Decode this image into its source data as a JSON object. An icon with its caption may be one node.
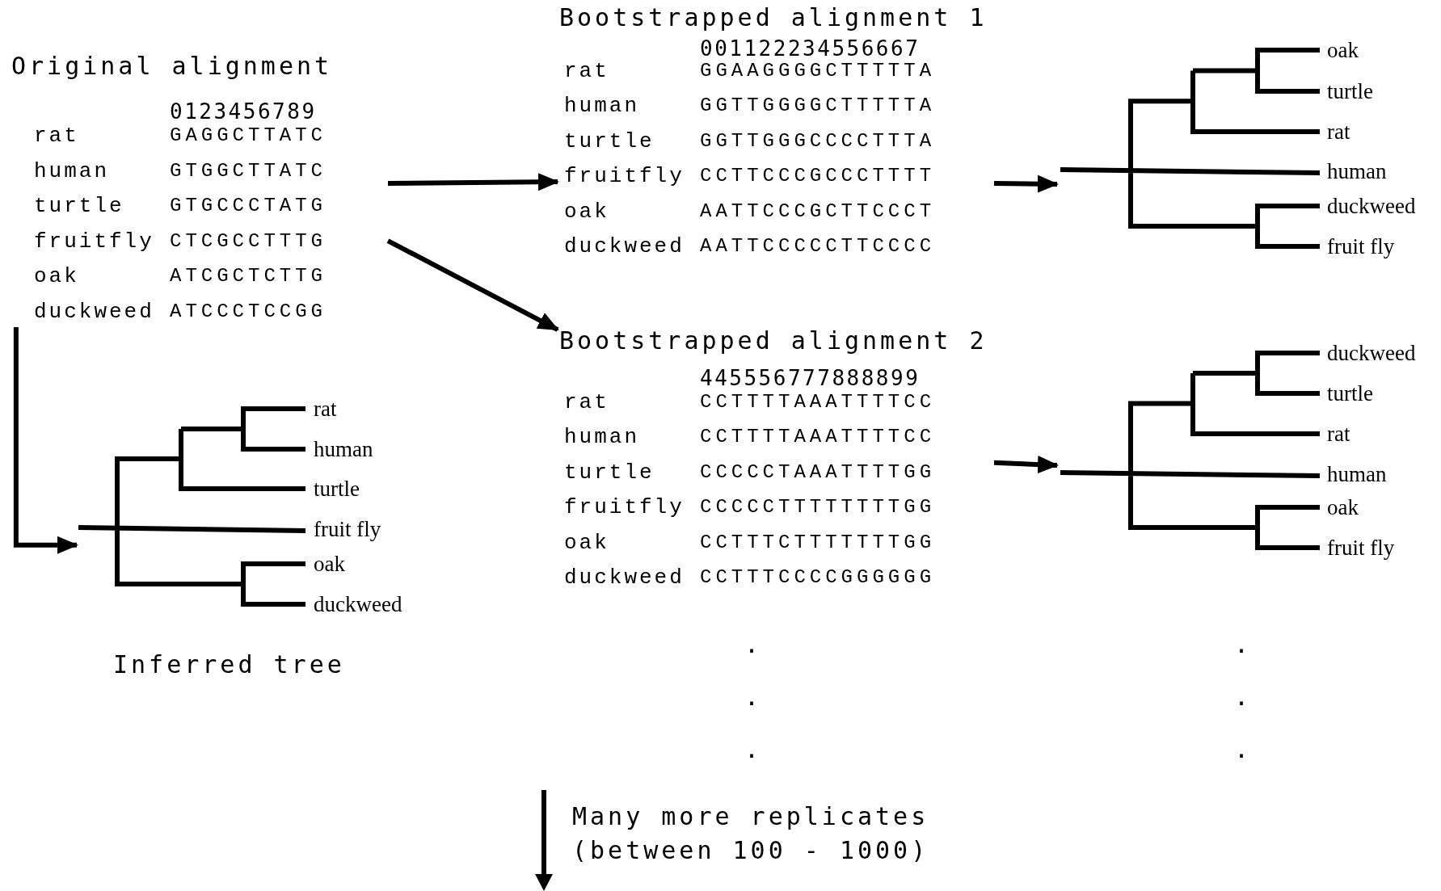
{
  "diagram": {
    "nodes": [
      {
        "text": [
          "Original alignment",
          "0123456789",
          "rat",
          "GAGGCTTATC",
          "human",
          "GTGGCTTATC",
          "turtle",
          "GTGCCCTATG",
          "fruitfly",
          "CTCGCCTTTG",
          "oak",
          "ATCGCTCTTG",
          "duckweed",
          "ATCCCTCCGG"
        ]
      },
      {
        "text": [
          "Bootstrapped alignment 1",
          "001122234556667",
          "rat",
          "GGAAGGGGCTTTTTA",
          "human",
          "GGTTGGGGCTTTTTA",
          "turtle",
          "GGTTGGGCCCCTTTA",
          "fruitfly",
          "CCTTCCCGCCCTTTT",
          "oak",
          "AATTCCCGCTTCCCT",
          "duckweed",
          "AATTCCCCCTTCCCC"
        ]
      },
      {
        "text": [
          "Bootstrapped alignment 2",
          "445556777888899",
          "rat",
          "CCTTTTAAATTTTCC",
          "human",
          "CCTTTTAAATTTTCC",
          "turtle",
          "CCCCCTAAATTTTGG",
          "fruitfly",
          "CCCCCTTTTTTTTGG",
          "oak",
          "CCTTTCTTTTTTTGG",
          "duckweed",
          "CCTTTCCCCGGGGGG"
        ]
      },
      {
        "text": [
          "oak",
          "turtle",
          "rat",
          "human",
          "duckweed",
          "fruit fly"
        ]
      },
      {
        "text": [
          "duckweed",
          "turtle",
          "rat",
          "human",
          "oak",
          "fruit fly"
        ]
      },
      {
        "text": [
          "rat",
          "human",
          "turtle",
          "fruit fly",
          "oak",
          "duckweed"
        ],
        "beside": [
          "Inferred tree"
        ]
      }
    ],
    "edges": [
      {
        "from": 0,
        "to": 1,
        "arrow": "to"
      },
      {
        "from": 0,
        "to": 2,
        "arrow": "to"
      },
      {
        "from": 1,
        "to": 3,
        "arrow": "to"
      },
      {
        "from": 2,
        "to": 4,
        "arrow": "to"
      },
      {
        "from": 0,
        "to": 5,
        "arrow": "to"
      }
    ],
    "labels": [
      ".",
      ".",
      ".",
      ".",
      ".",
      ".",
      "Many more replicates (between 100 - 1000)"
    ]
  }
}
